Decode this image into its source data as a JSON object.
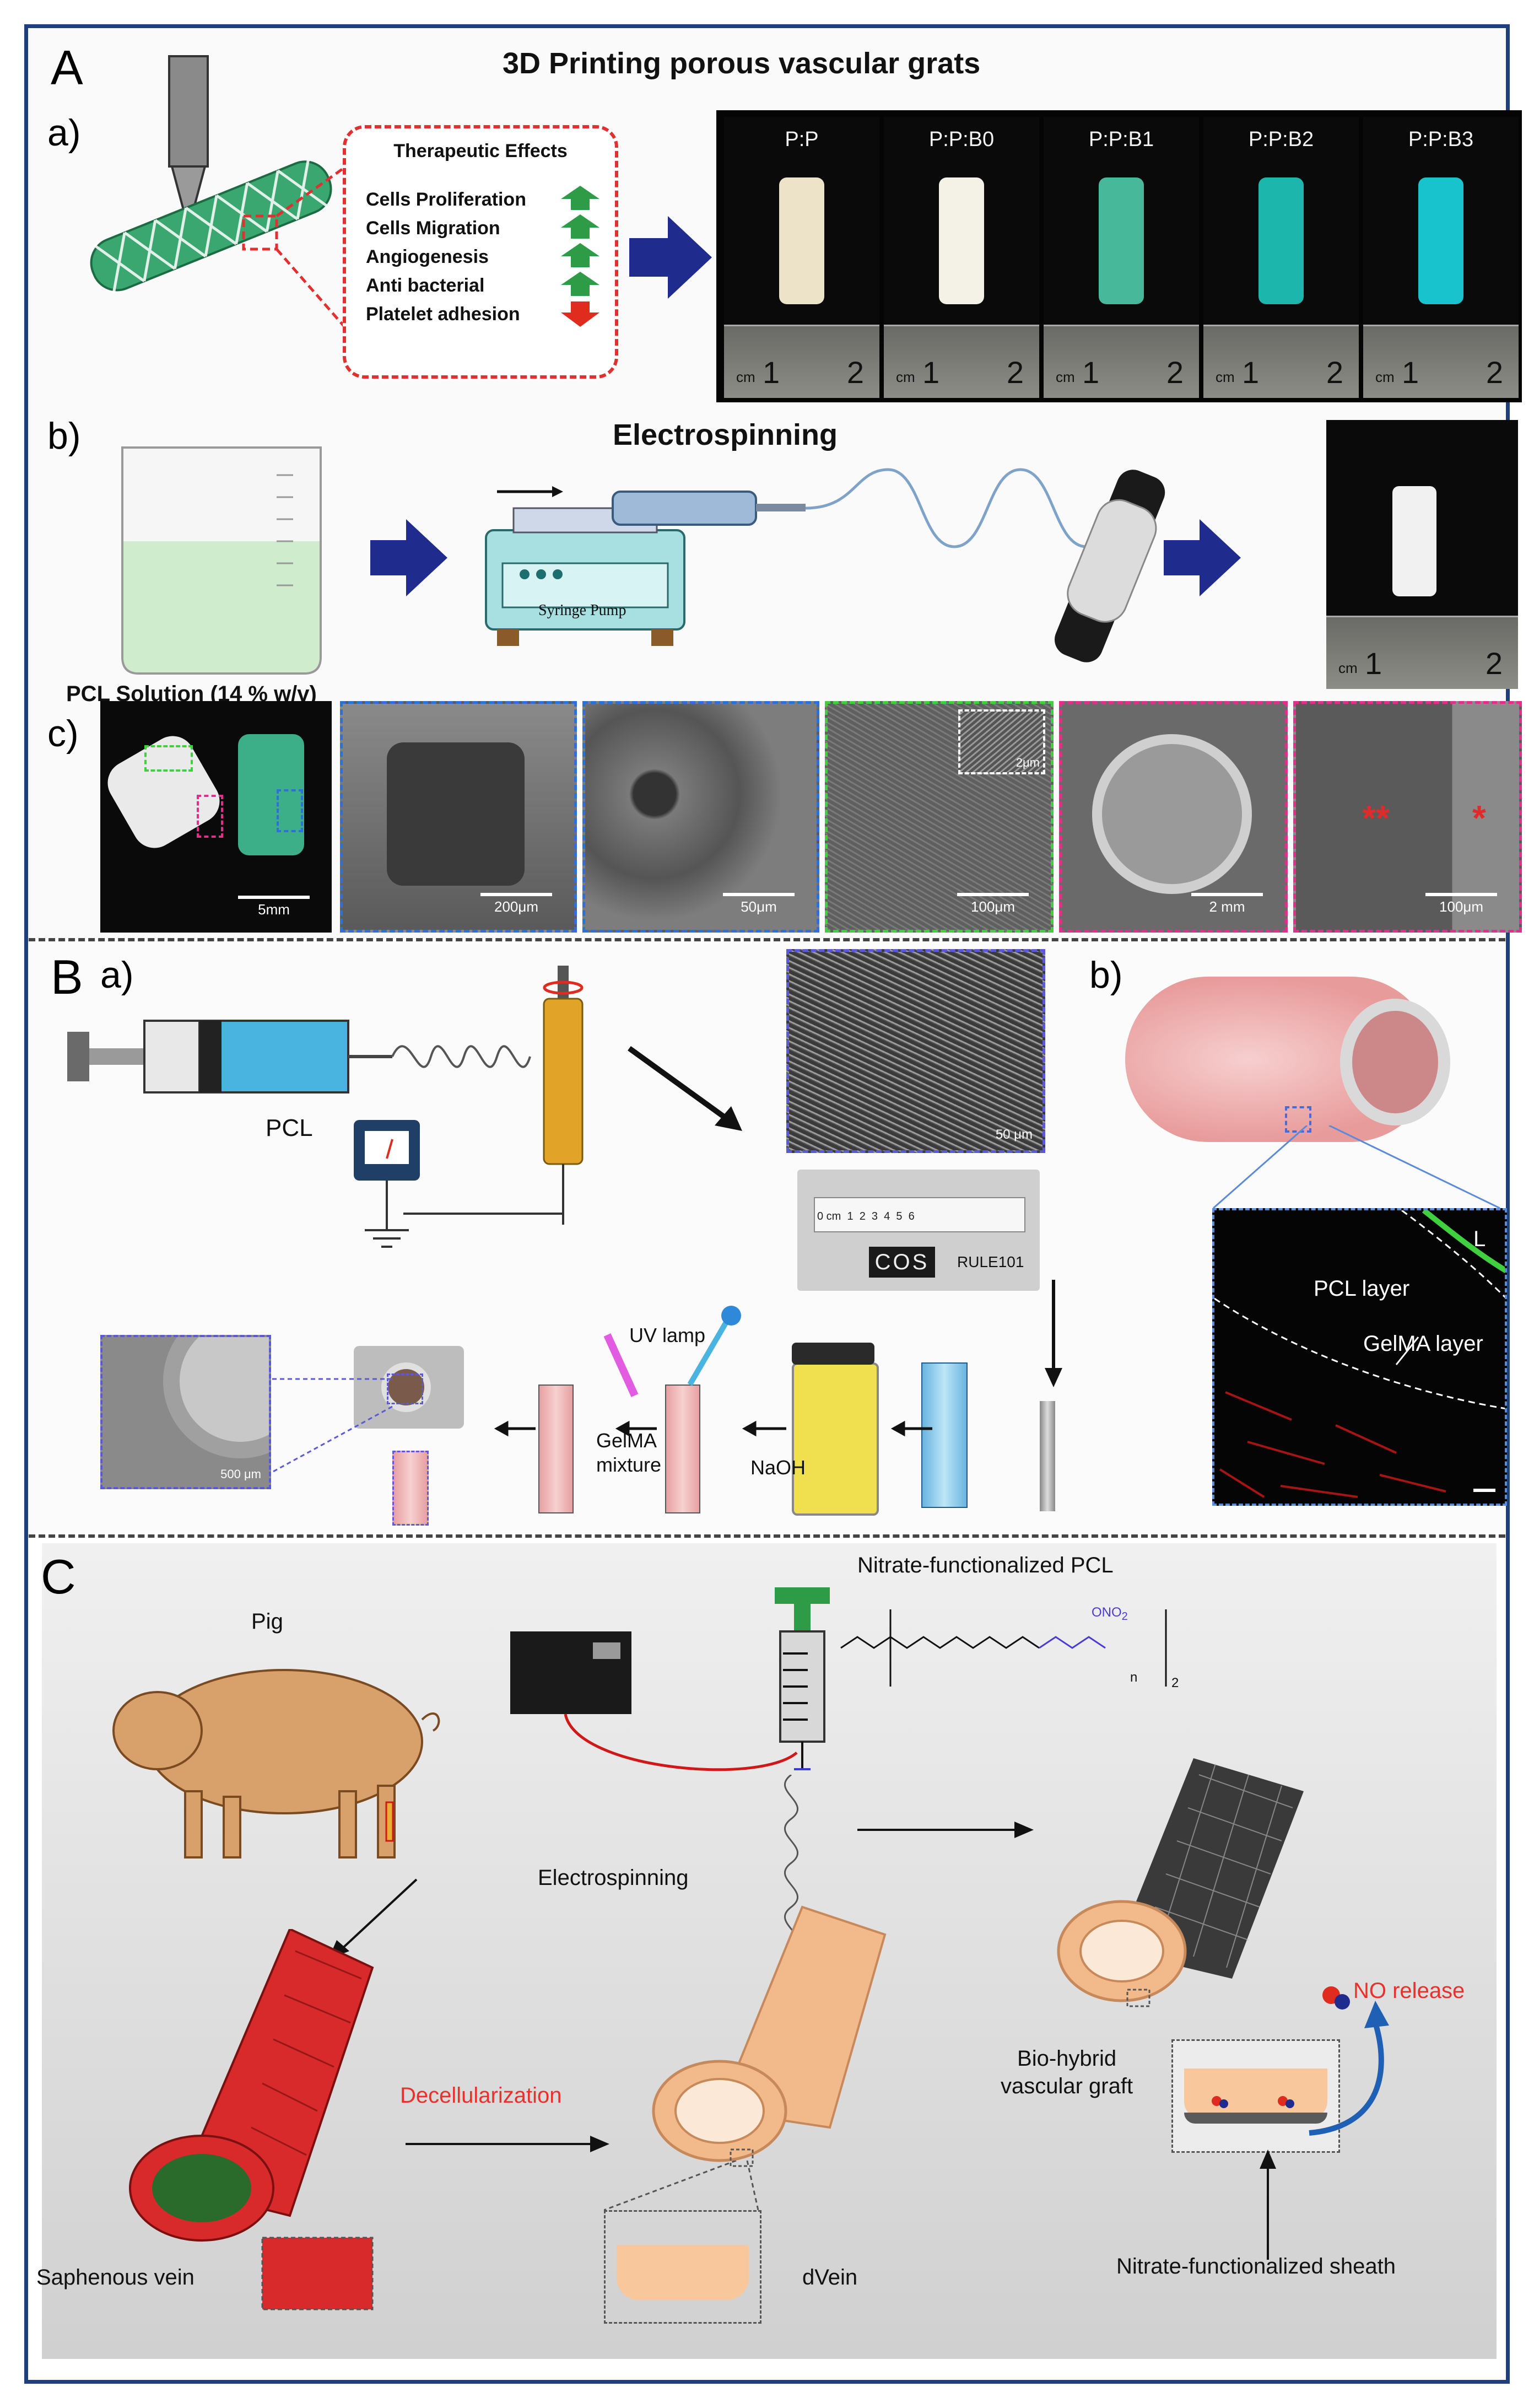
{
  "panel_letters": [
    "A",
    "B",
    "C"
  ],
  "panelA": {
    "title": "3D Printing porous vascular grats",
    "sub_a": "a)",
    "sub_b": "b)",
    "sub_c": "c)",
    "therapeutic_title": "Therapeutic Effects",
    "effects": [
      {
        "label": "Cells Proliferation",
        "trend": "up"
      },
      {
        "label": "Cells Migration",
        "trend": "up"
      },
      {
        "label": "Angiogenesis",
        "trend": "up"
      },
      {
        "label": "Anti bacterial",
        "trend": "up"
      },
      {
        "label": "Platelet adhesion",
        "trend": "down"
      }
    ],
    "photos": [
      {
        "label": "P:P",
        "color": "#ece3c8"
      },
      {
        "label": "P:P:B0",
        "color": "#f4f1e6"
      },
      {
        "label": "P:P:B1",
        "color": "#48b89b"
      },
      {
        "label": "P:P:B2",
        "color": "#1cb6ad"
      },
      {
        "label": "P:P:B3",
        "color": "#18c3cd"
      }
    ],
    "ruler": {
      "cm": "cm",
      "one": "1",
      "two": "2"
    },
    "electrospinning_title": "Electrospinning",
    "pcl_solution": "PCL Solution (14 % w/v)",
    "syringe_pump": "Syringe Pump",
    "sem_scalebars": [
      "5mm",
      "200μm",
      "50μm",
      "100μm",
      "2 mm",
      "100μm"
    ],
    "inset_scalebar": "2μm",
    "asterisks": {
      "double": "**",
      "single": "*"
    }
  },
  "panelB": {
    "sub_a": "a)",
    "sub_b": "b)",
    "pcl_label": "PCL",
    "sem_scale": "50 μm",
    "ruler_text": "0 cm  1  2  3  4  5  6",
    "cos_label": "COS",
    "rule_label": "RULE101",
    "uv_lamp": "UV lamp",
    "gelma_mixture": "GelMA\nmixture",
    "naoh": "NaOH",
    "scale_500": "500 μm",
    "fluor": {
      "l": "L",
      "pcl_layer": "PCL layer",
      "gelma_layer": "GelMA layer"
    }
  },
  "panelC": {
    "nitrate_pcl": "Nitrate-functionalized PCL",
    "pig": "Pig",
    "electrospinning": "Electrospinning",
    "decell": "Decellularization",
    "saphenous": "Saphenous vein",
    "dvein": "dVein",
    "biohybrid": "Bio-hybrid\nvascular graft",
    "no_release": "NO release",
    "sheath": "Nitrate-functionalized sheath",
    "formula_n": "n",
    "formula_sub": "2",
    "formula_ono2": "ONO",
    "formula_ono2_sub": "2"
  },
  "colors": {
    "frame": "#1e3f7a",
    "blue_arrow": "#1f2c8e",
    "green_up": "#2e9b47",
    "red_down": "#e02b1f",
    "red_dash": "#e03030",
    "decell_red": "#e8312a",
    "no_red": "#e8312a"
  }
}
